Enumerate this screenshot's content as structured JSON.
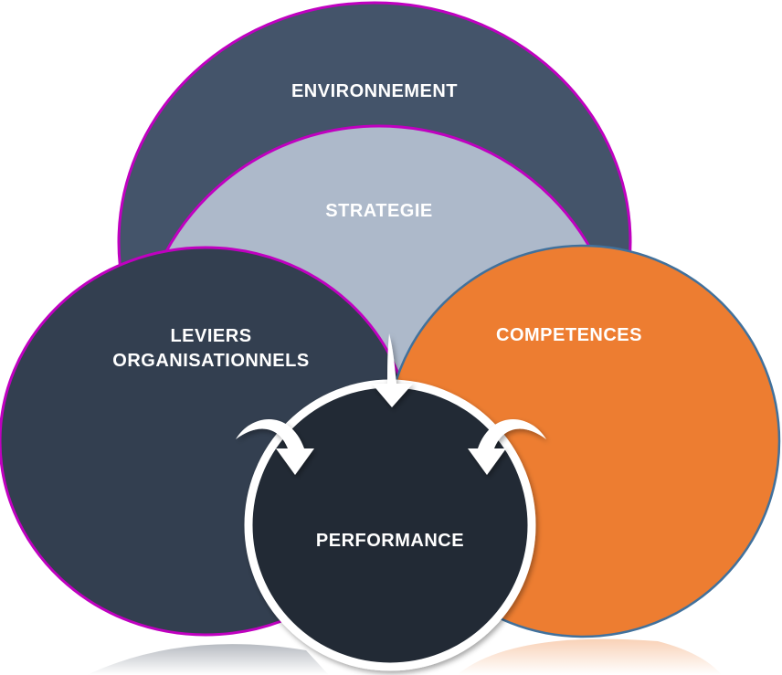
{
  "diagram": {
    "environnement": "ENVIRONNEMENT",
    "strategie": "STRATEGIE",
    "leviers_line1": "LEVIERS",
    "leviers_line2": "ORGANISATIONNELS",
    "competences": "COMPETENCES",
    "performance": "PERFORMANCE"
  },
  "colors": {
    "environnement": "#44546a",
    "strategie": "#adb9ca",
    "leviers": "#333f50",
    "competences": "#ed7d31",
    "performance": "#222a35",
    "outline_magenta": "#c000c0",
    "outline_blue": "#41719c",
    "arrow": "#ffffff"
  }
}
